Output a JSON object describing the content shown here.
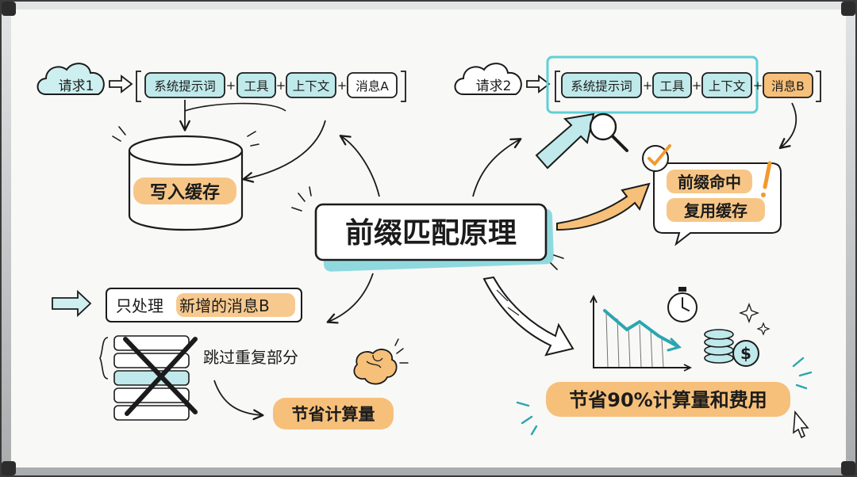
{
  "colors": {
    "teal": "#8fd9de",
    "teal_dark": "#2aa6b0",
    "orange": "#f6c07a",
    "ink": "#1b1b1b",
    "board": "#f8f8f6",
    "frame": "#c9cbcc"
  },
  "center": {
    "title": "前缀匹配原理"
  },
  "request1": {
    "cloud": "请求1",
    "tokens": [
      "系统提示词",
      "工具",
      "上下文",
      "消息A"
    ],
    "cache_label": "写入缓存"
  },
  "request2": {
    "cloud": "请求2",
    "tokens": [
      "系统提示词",
      "工具",
      "上下文",
      "消息B"
    ],
    "hit_label_line1": "前缀命中",
    "hit_label_line2": "复用缓存"
  },
  "process": {
    "prefix_plain": "只处理",
    "prefix_highlight": "新增的消息B",
    "skip_label": "跳过重复部分",
    "save_label": "节省计算量"
  },
  "savings": {
    "label": "节省90%计算量和费用"
  },
  "icons": [
    "cloud-icon",
    "database-icon",
    "magnifier-icon",
    "checkmark-icon",
    "exclamation-icon",
    "brain-icon",
    "stopwatch-icon",
    "coin-stack-icon",
    "dollar-icon",
    "sparkle-icon",
    "cursor-icon",
    "declining-chart-icon"
  ]
}
